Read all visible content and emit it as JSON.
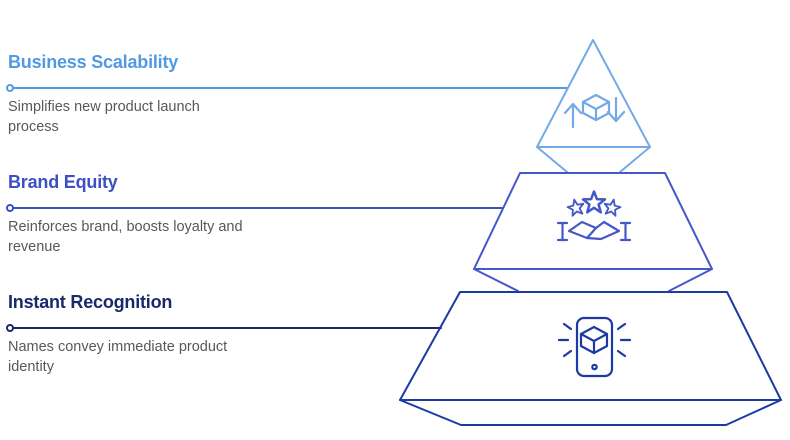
{
  "diagram": {
    "type": "pyramid",
    "background_color": "#FFFFFF",
    "description_text_color": "#57585B",
    "levels": [
      {
        "title": "Business Scalability",
        "description": "Simplifies new product launch process",
        "description_lines": [
          "Simplifies new product launch",
          "process"
        ],
        "accent_color": "#4F9AE1",
        "shape_color": "#74A9E8",
        "icon": "cube-sync-arrows-icon"
      },
      {
        "title": "Brand Equity",
        "description": "Reinforces brand, boosts loyalty and revenue",
        "description_lines": [
          "Reinforces brand, boosts loyalty and",
          "revenue"
        ],
        "accent_color": "#3B50C5",
        "shape_color": "#4458C8",
        "icon": "stars-handshake-icon"
      },
      {
        "title": "Instant Recognition",
        "description": "Names convey immediate product identity",
        "description_lines": [
          "Names convey immediate product",
          "identity"
        ],
        "accent_color": "#1A296B",
        "shape_color": "#1C3AA5",
        "icon": "phone-product-icon"
      }
    ]
  }
}
